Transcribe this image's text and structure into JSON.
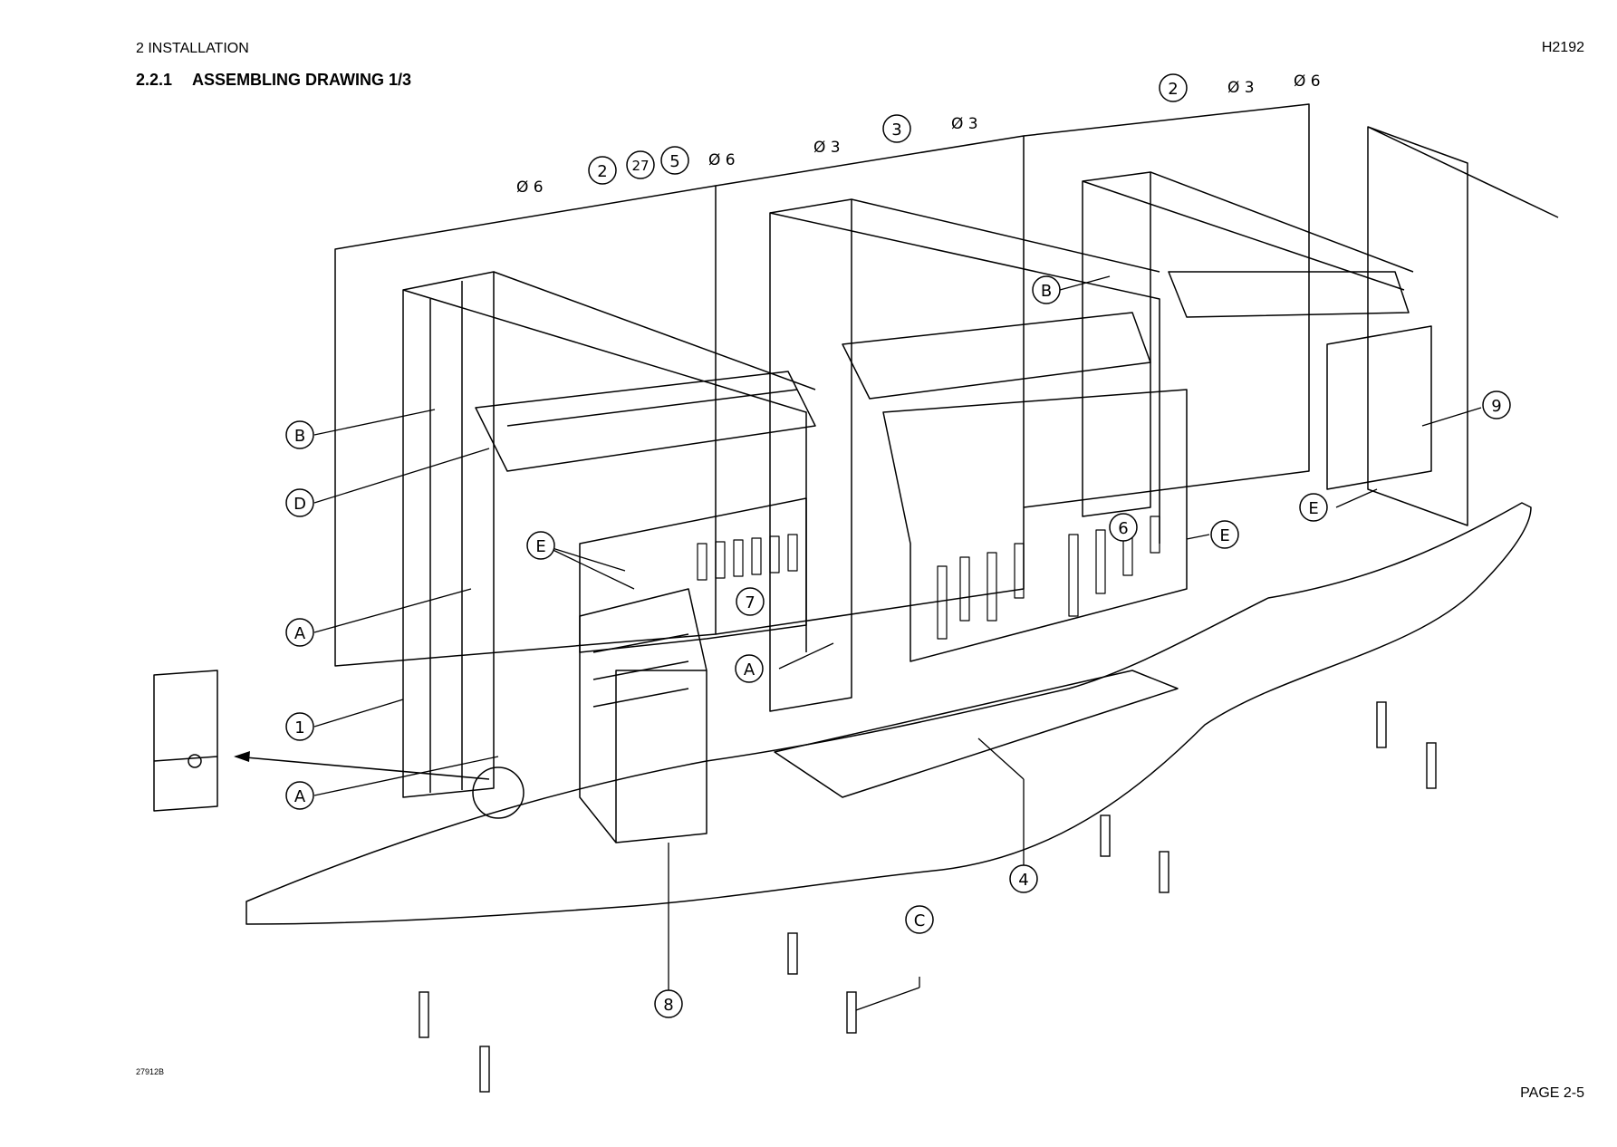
{
  "header": {
    "section": "2 INSTALLATION",
    "doc_id": "H2192",
    "title_number": "2.2.1",
    "title_text": "ASSEMBLING DRAWING  1/3"
  },
  "footer": {
    "drawing_no": "27912B",
    "page": "PAGE 2-5"
  },
  "callouts": {
    "c1": "1",
    "c2a": "2",
    "c2b": "2",
    "c3": "3",
    "c4": "4",
    "c5": "5",
    "c6": "6",
    "c7": "7",
    "c8": "8",
    "c9": "9",
    "c27": "27",
    "cA1": "A",
    "cA2": "A",
    "cA3": "A",
    "cB1": "B",
    "cB2": "B",
    "cC": "C",
    "cD": "D",
    "cE1": "E",
    "cE2": "E",
    "cE3": "E"
  },
  "dimensions": {
    "d1": "Ø 6",
    "d2": "Ø 6",
    "d3": "Ø 3",
    "d4": "Ø 3",
    "d5": "Ø 3",
    "d6": "Ø 6"
  }
}
